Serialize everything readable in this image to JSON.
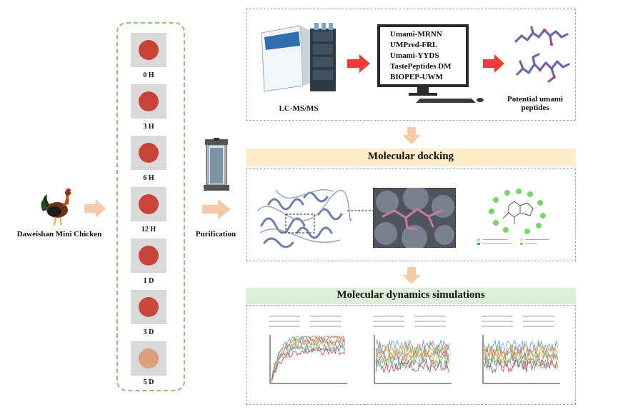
{
  "source": {
    "label": "Daweishan Mini Chicken"
  },
  "time_points": [
    {
      "label": "0 H",
      "color": "#c94335"
    },
    {
      "label": "3 H",
      "color": "#c8443a"
    },
    {
      "label": "6 H",
      "color": "#c74536"
    },
    {
      "label": "12 H",
      "color": "#c9453a"
    },
    {
      "label": "1 D",
      "color": "#c64439"
    },
    {
      "label": "3 D",
      "color": "#c8483b"
    },
    {
      "label": "5 D",
      "color": "#dc9f7c"
    }
  ],
  "purification": {
    "label": "Purification"
  },
  "lcms": {
    "label": "LC-MS/MS"
  },
  "tools": [
    "Umami-MRNN",
    "UMPred-FRL",
    "Umami-YYDS",
    "TastePeptides DM",
    "BIOPEP-UWM"
  ],
  "peptides": {
    "label": "Potential umami peptides"
  },
  "docking": {
    "title": "Molecular docking"
  },
  "md": {
    "title": "Molecular dynamics simulations"
  },
  "colors": {
    "arrow_peach": "#f6c9a8",
    "arrow_red": "#ee3b3b",
    "panel_border": "#8fa8c8",
    "green_border": "#8ec07c",
    "docking_banner": "#fdf0c8",
    "md_banner": "#dcefd9"
  }
}
